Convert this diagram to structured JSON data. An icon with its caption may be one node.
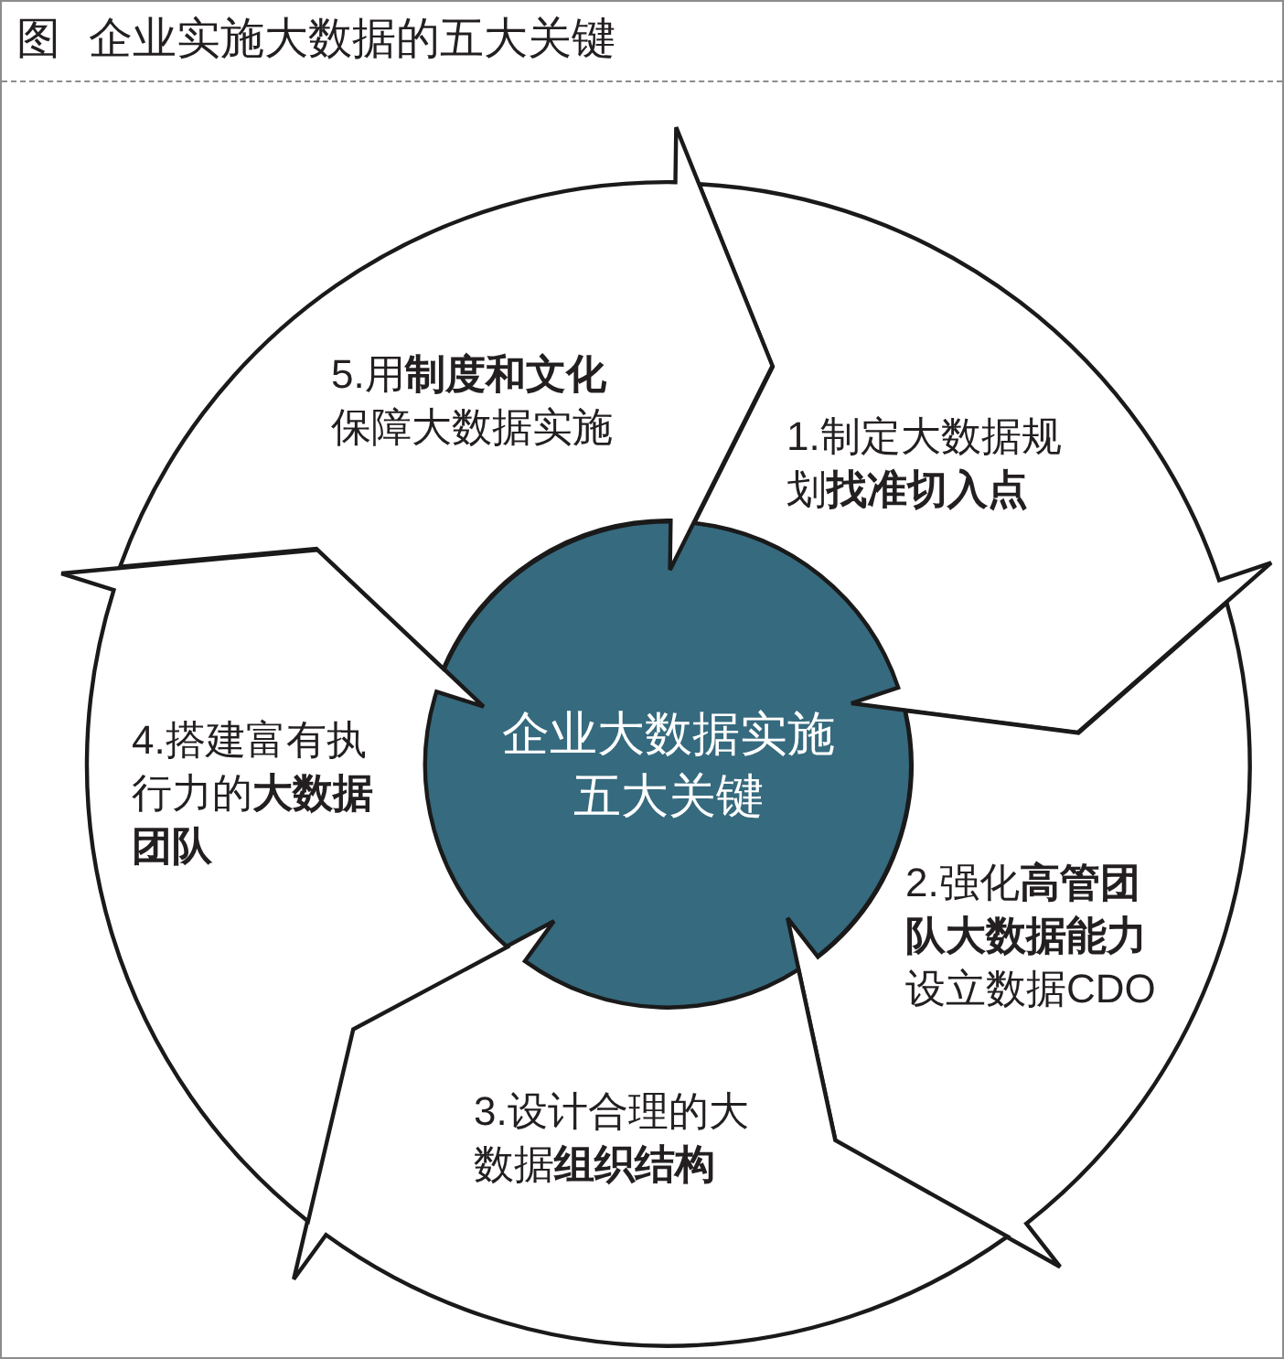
{
  "diagram": {
    "title": "图 企业实施大数据的五大关键",
    "nodes": [
      {
        "text": [
          "企业大数据实施五大关键"
        ]
      },
      {
        "text": [
          "1.制定大数据规划**找准切入点**"
        ]
      },
      {
        "text": [
          "2.强化**高管团队大数据能力**",
          "设立数据CDO"
        ]
      },
      {
        "text": [
          "3.设计合理的大数据**组织结构**"
        ]
      },
      {
        "text": [
          "4.搭建富有执行力的**大数据团队**"
        ]
      },
      {
        "text": [
          "5.用**制度和文化**保障大数据实施"
        ]
      }
    ]
  }
}
